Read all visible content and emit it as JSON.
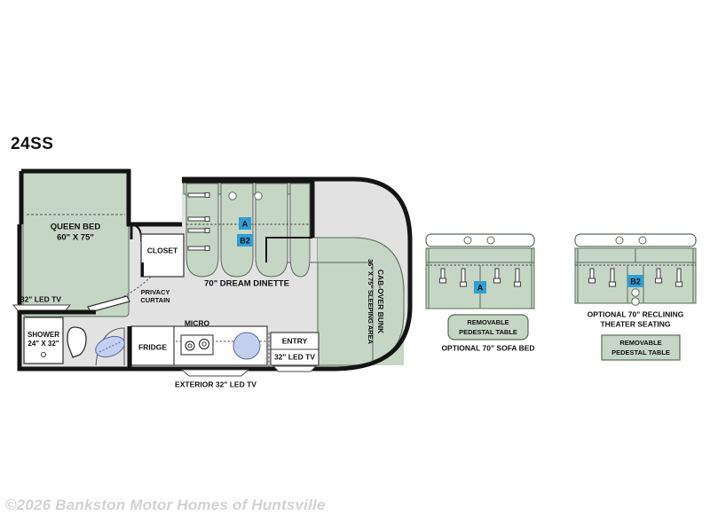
{
  "floorplan": {
    "model": "24SS",
    "colors": {
      "fill_green": "#c5d6c5",
      "fill_gray": "#e2e2e2",
      "wall_black": "#141414",
      "badge_blue": "#2e9ed6",
      "sink_blue": "#c2d0ee",
      "footer_gray": "#d2d2d2"
    },
    "rooms": {
      "bed_label_1": "QUEEN BED",
      "bed_label_2": "60\" X 75\"",
      "closet": "CLOSET",
      "dinette": "70\" DREAM DINETTE",
      "cabover_1": "CAB-OVER BUNK",
      "cabover_2": "36\" X 75\" SLEEPING AREA",
      "shower_1": "SHOWER",
      "shower_2": "24\" X 32\"",
      "fridge": "FRIDGE",
      "micro": "MICRO",
      "entry": "ENTRY",
      "entry_tv": "32\" LED TV"
    },
    "callouts": {
      "bedroom_tv": "32\" LED TV",
      "privacy_curtain_1": "PRIVACY",
      "privacy_curtain_2": "CURTAIN",
      "exterior_tv": "EXTERIOR 32\" LED TV"
    },
    "badges": {
      "dinette_a": "A",
      "dinette_b2": "B2",
      "sofa_a": "A",
      "theater_b2": "B2"
    }
  },
  "options": {
    "sofa_bed": {
      "table_line_1": "REMOVABLE",
      "table_line_2": "PEDESTAL TABLE",
      "caption": "OPTIONAL 70\" SOFA BED"
    },
    "theater_seating": {
      "caption_line_1": "OPTIONAL 70\" RECLINING",
      "caption_line_2": "THEATER SEATING",
      "table_line_1": "REMOVABLE",
      "table_line_2": "PEDESTAL TABLE"
    }
  },
  "footer": {
    "copyright": "©2026 Bankston Motor Homes of Huntsville"
  }
}
